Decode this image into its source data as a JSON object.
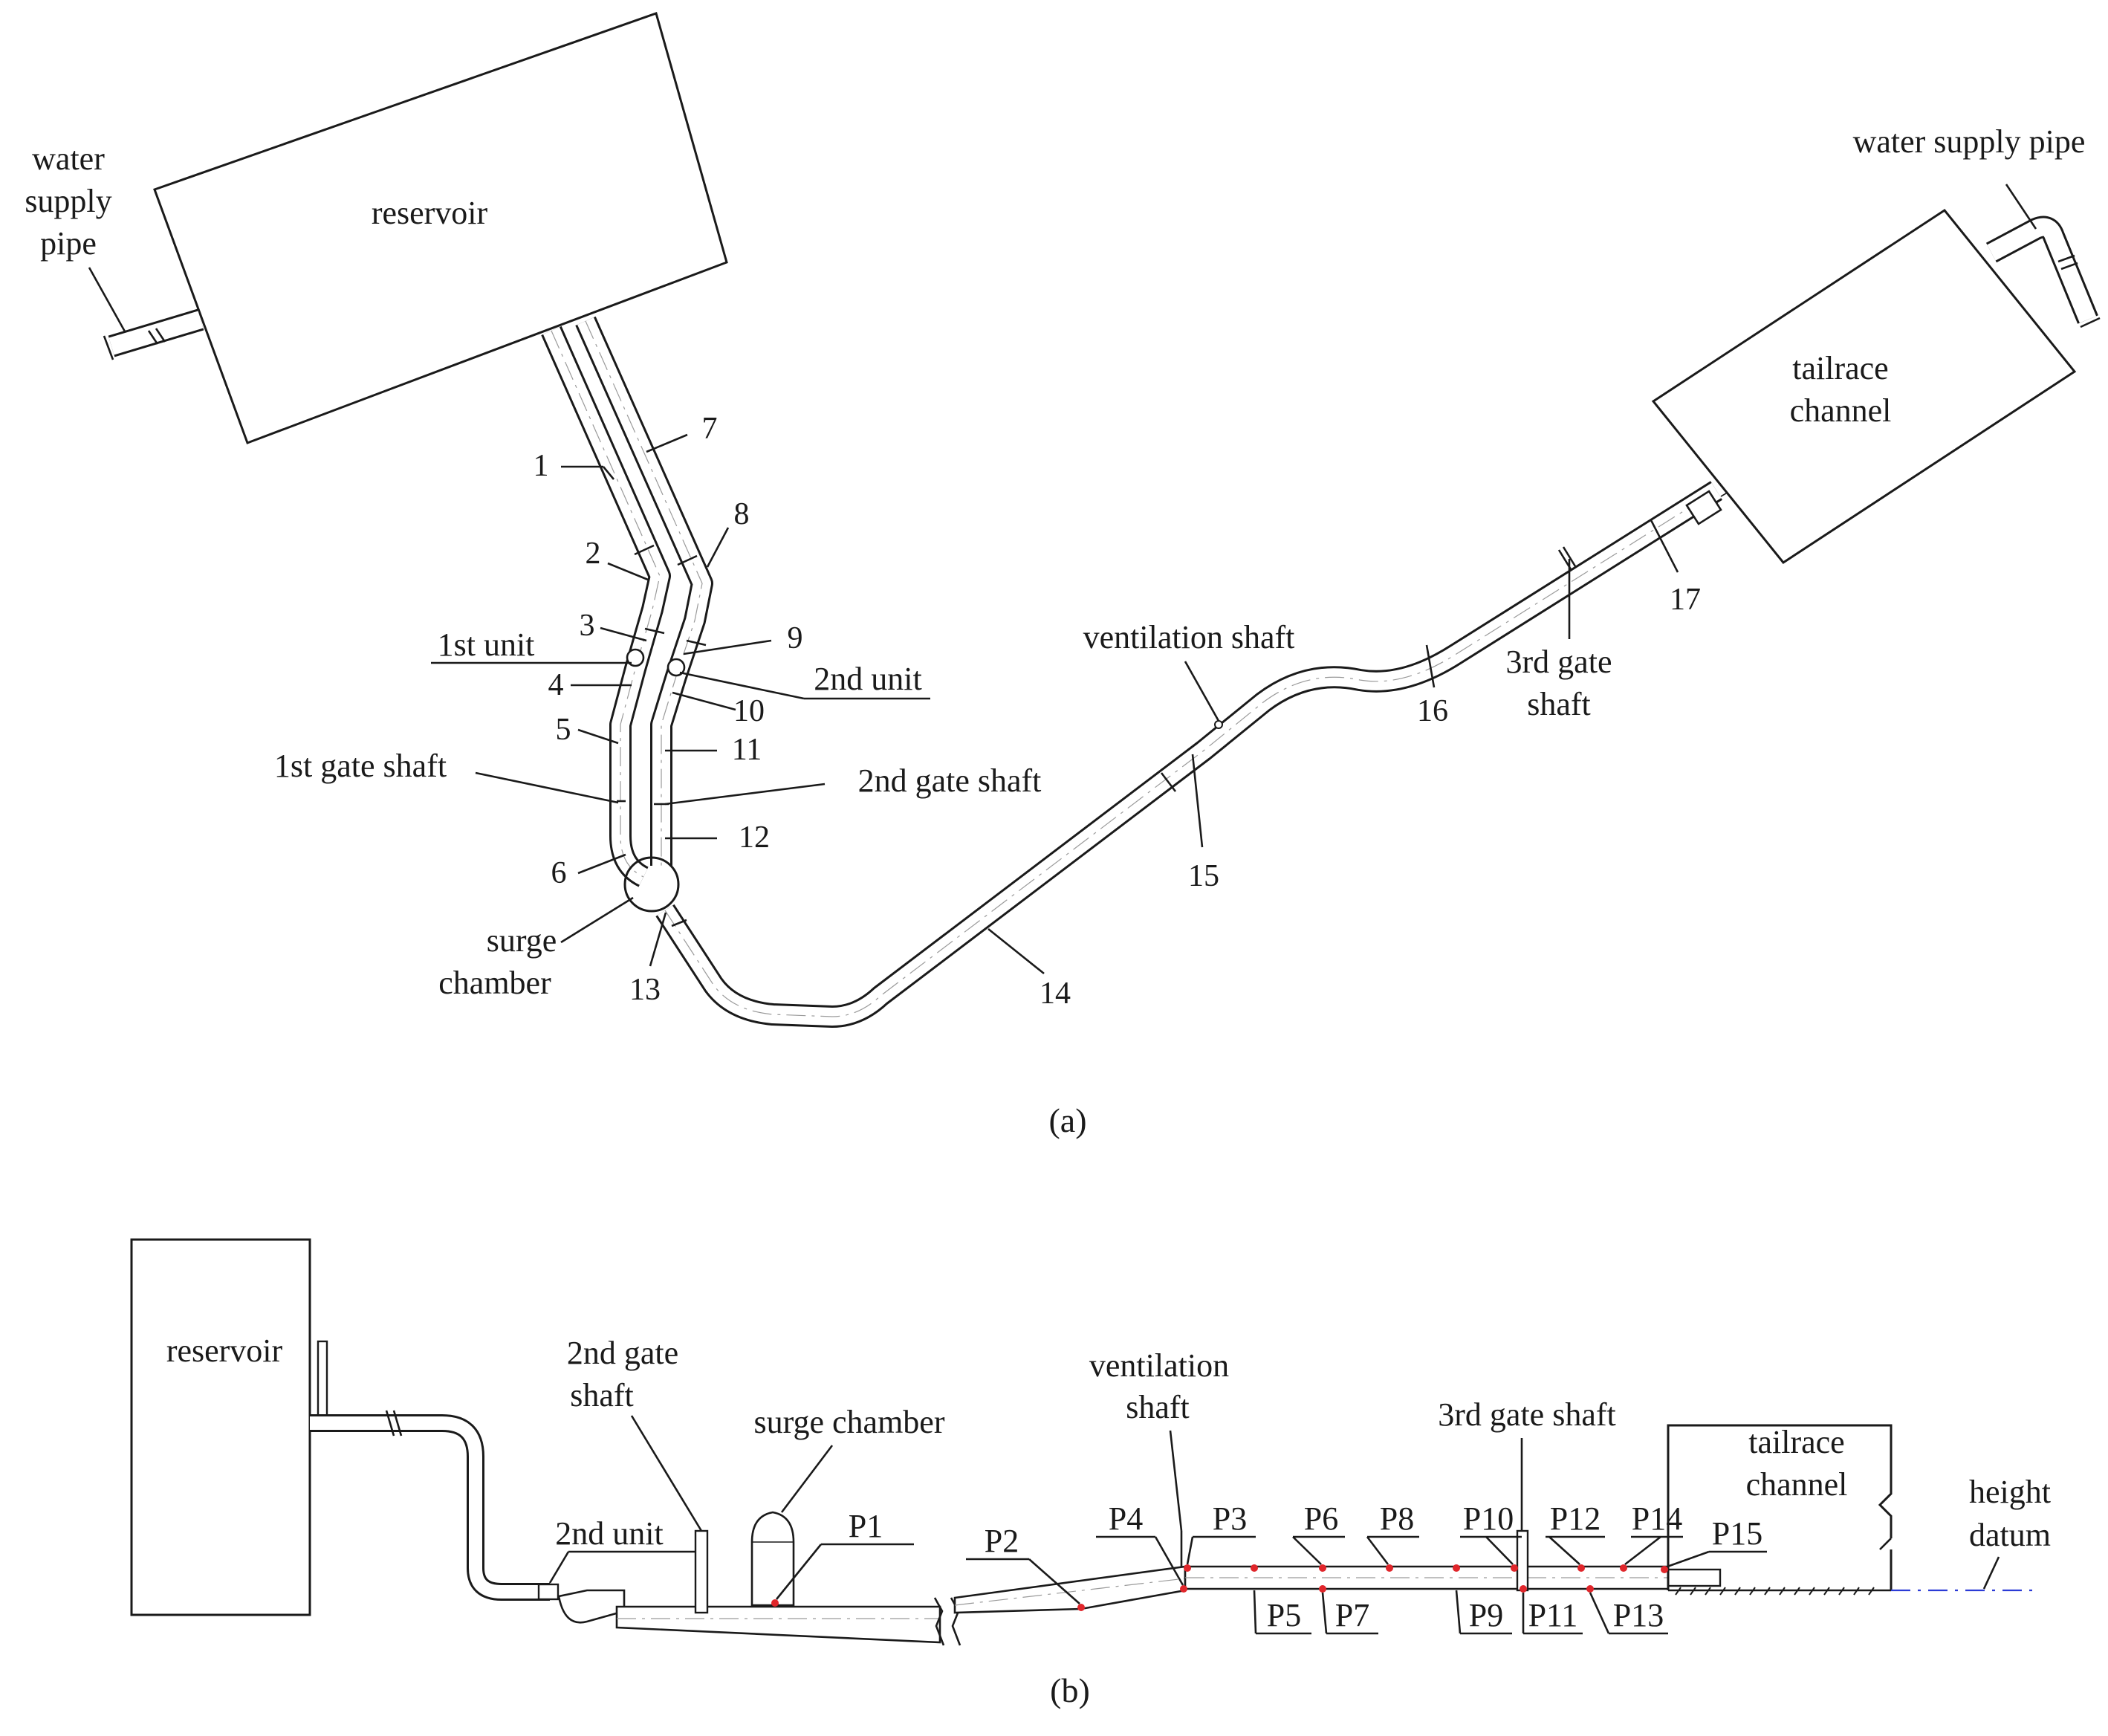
{
  "panel_a": {
    "caption": "(a)",
    "reservoir": "reservoir",
    "water_supply_left": [
      "water",
      "supply",
      "pipe"
    ],
    "water_supply_right": "water supply pipe",
    "tailrace": [
      "tailrace",
      "channel"
    ],
    "ventilation_shaft": "ventilation shaft",
    "third_gate_shaft": [
      "3rd gate",
      "shaft"
    ],
    "first_unit": "1st unit",
    "second_unit": "2nd unit",
    "first_gate_shaft": "1st gate shaft",
    "second_gate_shaft": "2nd gate shaft",
    "surge_chamber": [
      "surge",
      "chamber"
    ],
    "segments": [
      "1",
      "2",
      "3",
      "4",
      "5",
      "6",
      "7",
      "8",
      "9",
      "10",
      "11",
      "12",
      "13",
      "14",
      "15",
      "16",
      "17"
    ]
  },
  "panel_b": {
    "caption": "(b)",
    "reservoir": "reservoir",
    "second_gate_shaft": [
      "2nd gate",
      "shaft"
    ],
    "surge_chamber": "surge chamber",
    "ventilation_shaft": [
      "ventilation",
      "shaft"
    ],
    "third_gate_shaft": "3rd gate shaft",
    "tailrace": [
      "tailrace",
      "channel"
    ],
    "height_datum": [
      "height",
      "datum"
    ],
    "second_unit": "2nd unit",
    "points": [
      "P1",
      "P2",
      "P3",
      "P4",
      "P5",
      "P6",
      "P7",
      "P8",
      "P9",
      "P10",
      "P11",
      "P12",
      "P13",
      "P14",
      "P15"
    ]
  },
  "colors": {
    "ink": "#1a1a1a",
    "measure_point": "#e0262b",
    "datum_line": "#2b3bd6"
  }
}
